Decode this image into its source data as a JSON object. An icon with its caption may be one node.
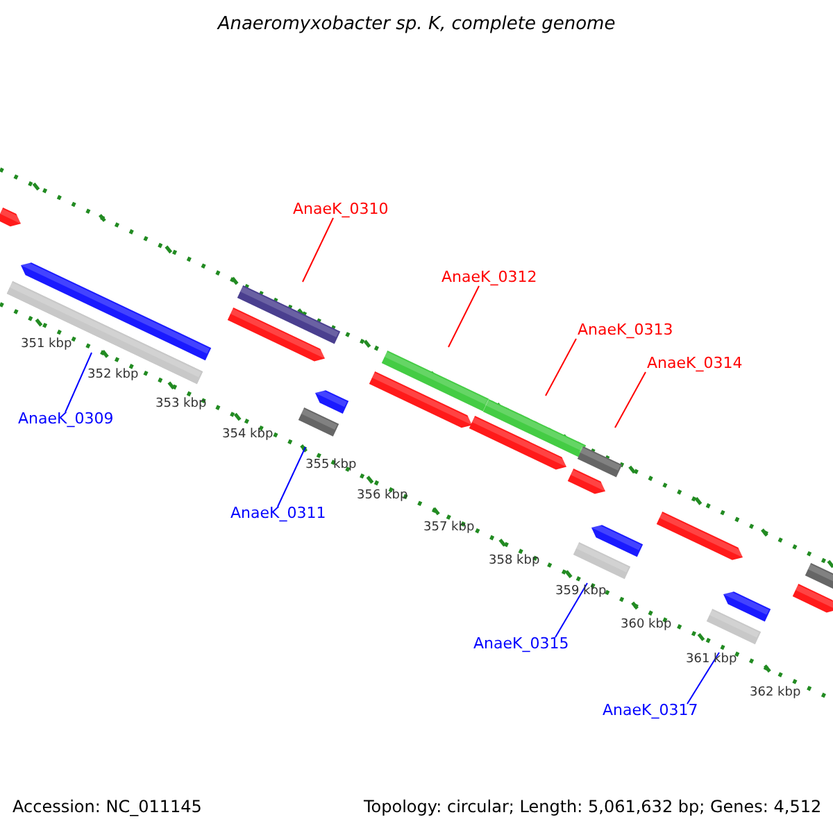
{
  "diagram": {
    "title": "Anaeromyxobacter sp. K, complete genome",
    "nodes": [
      {
        "text": [
          "AnaeK_0310"
        ]
      },
      {
        "text": [],
        "shape": "bar"
      },
      {
        "text": [
          "AnaeK_0312"
        ]
      },
      {
        "text": [],
        "shape": "bar"
      },
      {
        "text": [
          "AnaeK_0313"
        ]
      },
      {
        "text": [],
        "shape": "bar"
      },
      {
        "text": [
          "AnaeK_0314"
        ]
      },
      {
        "text": [],
        "shape": "bar"
      },
      {
        "text": [
          "AnaeK_0309"
        ]
      },
      {
        "text": [],
        "shape": "bar"
      },
      {
        "text": [
          "AnaeK_0311"
        ]
      },
      {
        "text": [],
        "shape": "bar"
      },
      {
        "text": [
          "AnaeK_0315"
        ]
      },
      {
        "text": [],
        "shape": "bar"
      },
      {
        "text": [
          "AnaeK_0317"
        ]
      },
      {
        "text": [],
        "shape": "bar"
      }
    ],
    "edges": [
      {
        "from": 0,
        "to": 1,
        "arrow": "none",
        "color": "#ff0000"
      },
      {
        "from": 2,
        "to": 3,
        "arrow": "none",
        "color": "#ff0000"
      },
      {
        "from": 4,
        "to": 5,
        "arrow": "none",
        "color": "#ff0000"
      },
      {
        "from": 6,
        "to": 7,
        "arrow": "none",
        "color": "#ff0000"
      },
      {
        "from": 8,
        "to": 9,
        "arrow": "none",
        "color": "#0000ff"
      },
      {
        "from": 10,
        "to": 11,
        "arrow": "none",
        "color": "#0000ff"
      },
      {
        "from": 12,
        "to": 13,
        "arrow": "none",
        "color": "#0000ff"
      },
      {
        "from": 14,
        "to": 15,
        "arrow": "none",
        "color": "#0000ff"
      }
    ],
    "labels": [
      "351 kbp",
      "352 kbp",
      "353 kbp",
      "354 kbp",
      "355 kbp",
      "356 kbp",
      "357 kbp",
      "358 kbp",
      "359 kbp",
      "360 kbp",
      "361 kbp",
      "362 kbp",
      "Accession: NC_011145",
      "Topology: circular; Length: 5,061,632 bp; Genes: 4,512"
    ]
  }
}
